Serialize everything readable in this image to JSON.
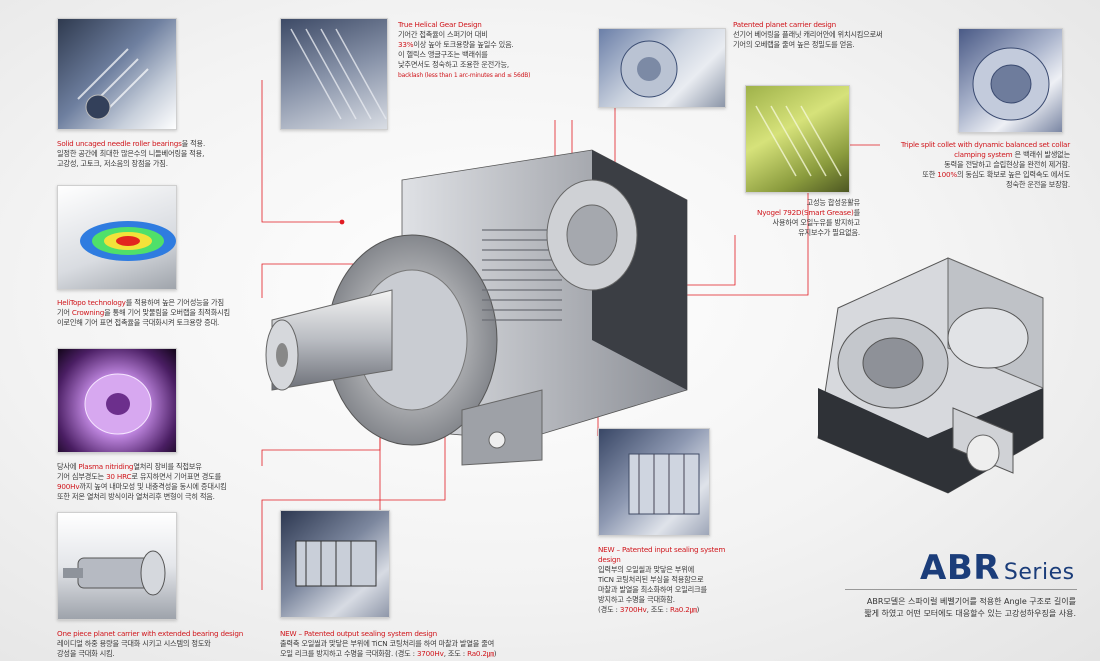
{
  "captions": {
    "needle": {
      "title": "Solid uncaged needle roller bearings",
      "title_suffix": "을 적용.",
      "lines": [
        "일정한 공간에 최대한 많은수의 니들베어링을 적용,",
        "고강성, 고토크, 저소음의 장점을 가짐."
      ]
    },
    "helitopo": {
      "title": "HeliTopo technology",
      "title_suffix": "를 적용하여 높은 기어성능을 가짐",
      "line2_prefix": "기어 ",
      "line2_red": "Crowning",
      "line2_suffix": "을 통해 기어 맞물림을 오버랩을 최적화시킴",
      "line3": "이로인해 기어 표면 접촉율을 극대화시켜 토크용량 증대."
    },
    "plasma": {
      "line1_prefix": "당사에 ",
      "line1_red": "Plasma nitriding",
      "line1_suffix": "열처리 장비를 직접보유",
      "line2_prefix": "기어 심부경도는 ",
      "line2_red": "30 HRC",
      "line2_suffix": "로 유지하면서 기어표면 경도를",
      "line3_red": "900Hv",
      "line3_suffix": "까지 높여 내마모성 및 내충격성을 동시에 증대시킴",
      "line4": "또한 저온 열처리 방식이라 열처리후 변형이 극히 적음."
    },
    "onepiece": {
      "title": "One piece planet carrier with extended bearing design",
      "lines": [
        "레이디얼 하중 용량을 극대화 시키고 시스템의 정도와",
        "강성을 극대화 시킴."
      ]
    },
    "helical": {
      "title": "True Helical Gear Design",
      "line1": "기어간 접촉율이 스퍼기어 대비",
      "line2_red": "33%",
      "line2_suffix": "이상 높아 토크용량을 높일수 있음.",
      "line3": "이 헬릭스 앵글구조는 백래쉬를",
      "line4": "낮추면서도 정숙하고 조용한 운전가능,",
      "line5_red": "backlash (less than 1 arc-minutes and ≤ 56dB)"
    },
    "carrier": {
      "title": "Patented planet carrier design",
      "lines": [
        "선기어 베어링을 플래닛 캐리어안에 위치시킴으로써",
        "기어의 오베랩을 줄여 높은 정밀도를 얻음."
      ]
    },
    "grease": {
      "line1": "고성능 합성윤활유",
      "line2_red": "Nyogel 792D(Smart Grease)",
      "line2_suffix": "를",
      "line3": "사용하여 오일누유를 방지하고",
      "line4": "유지보수가 필요없음."
    },
    "collet": {
      "title1": "Triple split collet with dynamic balanced set collar",
      "title2": "clamping system",
      "title2_suffix": " 은 백래쉬 발생없는",
      "line2": "동력을 전달하고 슬립현상을 완전히 제거함.",
      "line3_prefix": "또한 ",
      "line3_red": "100%",
      "line3_suffix": "의 동심도 확보로 높은 입력속도 에서도",
      "line4": "정숙한 운전을 보장함."
    },
    "input_seal": {
      "title1": "NEW – Patented input sealing system",
      "title2": "design",
      "line1": "입력부의 오일씰과 맞닿은 부위에",
      "line2": "TiCN 코팅처리된 부싱을 적용함으로",
      "line3": "마찰과 발열을 최소화하여 오일리크를",
      "line4": "방지하고 수명을 극대화함.",
      "line5_prefix": "(경도 : ",
      "line5_red1": "3700Hv",
      "line5_mid": ", 조도 : ",
      "line5_red2": "Ra0.2㎛",
      "line5_suffix": ")"
    },
    "output_seal": {
      "title": "NEW – Patented output sealing system design",
      "line1": "출력축 오일씰과 맞닿은 부위에 TiCN 코팅처리를 하여 마찰과 발열을 줄여",
      "line2_prefix": "오일 리크를 방지하고 수명을 극대화함. (경도 : ",
      "line2_red1": "3700Hv",
      "line2_mid": ", 조도 : ",
      "line2_red2": "Ra0.2㎛",
      "line2_suffix": ")"
    }
  },
  "series": {
    "name": "ABR",
    "word": "Series",
    "desc1": "ABR모델은 스파이럴 베벨기어를 적용한 Angle 구조로 길이를",
    "desc2": "짧게 하였고 어떤 모터에도 대응할수 있는 고강성하우징을 사용."
  },
  "colors": {
    "accent": "#d0161c",
    "brand": "#1b3d7a"
  }
}
